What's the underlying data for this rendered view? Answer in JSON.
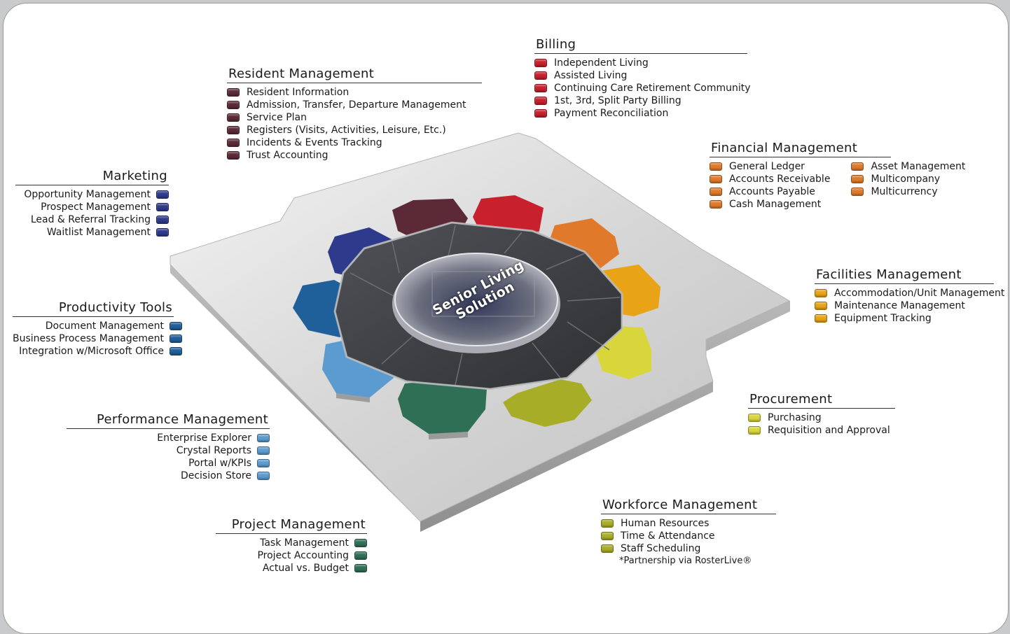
{
  "center_label": "Senior Living Solution",
  "groups": {
    "resident": {
      "title": "Resident Management",
      "color": "#5c2a36",
      "items": [
        "Resident Information",
        "Admission, Transfer, Departure Management",
        "Service Plan",
        "Registers (Visits, Activities, Leisure, Etc.)",
        "Incidents & Events Tracking",
        "Trust Accounting"
      ]
    },
    "billing": {
      "title": "Billing",
      "color": "#c8202c",
      "items": [
        "Independent Living",
        "Assisted Living",
        "Continuing Care Retirement Community",
        "1st, 3rd, Split Party Billing",
        "Payment Reconciliation"
      ]
    },
    "financial": {
      "title": "Financial Management",
      "color": "#e07a2a",
      "items_col1": [
        "General Ledger",
        "Accounts Receivable",
        "Accounts Payable",
        "Cash Management"
      ],
      "items_col2": [
        "Asset Management",
        "Multicompany",
        "Multicurrency"
      ]
    },
    "facilities": {
      "title": "Facilities Management",
      "color": "#e8a317",
      "items": [
        "Accommodation/Unit Management",
        "Maintenance Management",
        "Equipment Tracking"
      ]
    },
    "procurement": {
      "title": "Procurement",
      "color": "#d8d63a",
      "items": [
        "Purchasing",
        "Requisition and Approval"
      ]
    },
    "workforce": {
      "title": "Workforce Management",
      "color": "#a8ad28",
      "items": [
        "Human Resources",
        "Time & Attendance",
        "Staff Scheduling"
      ],
      "note": "*Partnership via RosterLive®"
    },
    "project": {
      "title": "Project Management",
      "color": "#2f6f56",
      "items": [
        "Task Management",
        "Project Accounting",
        "Actual vs. Budget"
      ]
    },
    "performance": {
      "title": "Performance Management",
      "color": "#5b9bd0",
      "items": [
        "Enterprise Explorer",
        "Crystal Reports",
        "Portal w/KPIs",
        "Decision Store"
      ]
    },
    "productivity": {
      "title": "Productivity Tools",
      "color": "#1f5f9a",
      "items": [
        "Document Management",
        "Business Process Management",
        "Integration w/Microsoft Office"
      ]
    },
    "marketing": {
      "title": "Marketing",
      "color": "#2e3a8c",
      "items": [
        "Opportunity Management",
        "Prospect Management",
        "Lead & Referral Tracking",
        "Waitlist Management"
      ]
    }
  }
}
